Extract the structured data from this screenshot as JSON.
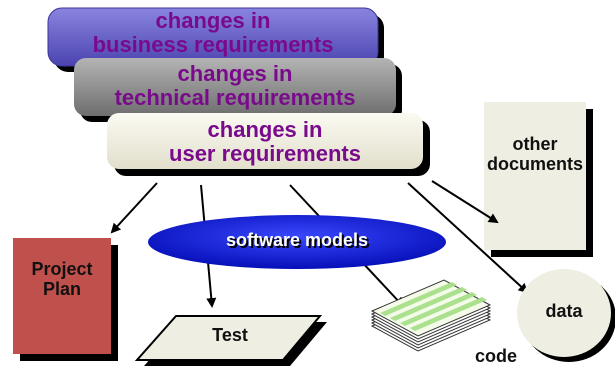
{
  "diagram": {
    "business_box": {
      "line1": "changes in",
      "line2": "business requirements"
    },
    "technical_box": {
      "line1": "changes in",
      "line2": "technical requirements"
    },
    "user_box": {
      "line1": "changes in",
      "line2": "user requirements"
    },
    "other_documents": {
      "line1": "other",
      "line2": "documents"
    },
    "software_models": "software models",
    "project_plan": {
      "line1": "Project",
      "line2": "Plan"
    },
    "test": "Test",
    "data": "data",
    "code": "code"
  },
  "colors": {
    "business_fill": "#6b64c8",
    "technical_fill": "#8e8e8e",
    "user_fill": "#f1efe0",
    "purple_text": "#7a0a8c",
    "project_plan_fill": "#c0504b",
    "software_models_fill": "#0a15d8",
    "doc_fill": "#efeee2"
  }
}
